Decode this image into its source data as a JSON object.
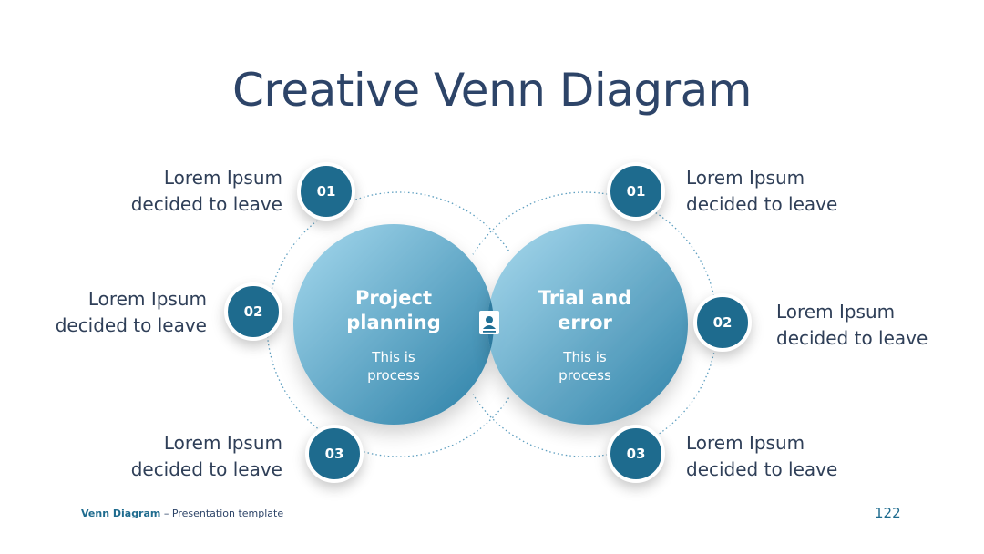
{
  "slide": {
    "title": "Creative Venn Diagram",
    "footer_bold": "Venn Diagram",
    "footer_rest": " – Presentation template",
    "page_number": "122"
  },
  "venn": {
    "left": {
      "title_line1": "Project",
      "title_line2": "planning",
      "sub_line1": "This is",
      "sub_line2": "process"
    },
    "right": {
      "title_line1": "Trial and",
      "title_line2": "error",
      "sub_line1": "This is",
      "sub_line2": "process"
    },
    "center_icon": "contact-book-icon"
  },
  "points_left": [
    {
      "num": "01",
      "line1": "Lorem Ipsum",
      "line2": "decided to leave"
    },
    {
      "num": "02",
      "line1": "Lorem Ipsum",
      "line2": "decided to leave"
    },
    {
      "num": "03",
      "line1": "Lorem Ipsum",
      "line2": "decided to leave"
    }
  ],
  "points_right": [
    {
      "num": "01",
      "line1": "Lorem Ipsum",
      "line2": "decided to leave"
    },
    {
      "num": "02",
      "line1": "Lorem Ipsum",
      "line2": "decided to leave"
    },
    {
      "num": "03",
      "line1": "Lorem Ipsum",
      "line2": "decided to leave"
    }
  ],
  "colors": {
    "title": "#2d4468",
    "badge": "#1e6b8e",
    "circle_light": "#8fcbe6",
    "circle_dark": "#2a7fa6"
  }
}
